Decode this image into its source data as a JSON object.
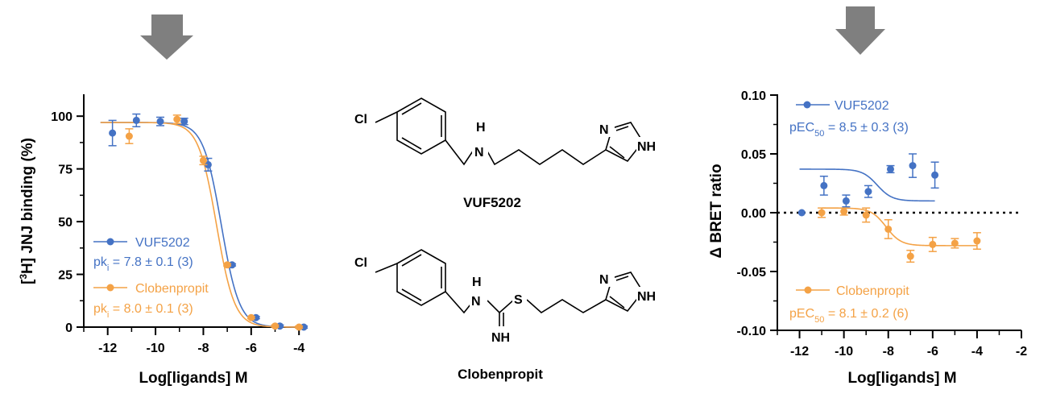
{
  "colors": {
    "blue": "#4472C4",
    "orange": "#F4A246",
    "arrow": "#7F7F7F",
    "axis": "#000000"
  },
  "chart_data": [
    {
      "type": "scatter",
      "name": "binding",
      "xlabel": "Log[ligands] M",
      "ylabel_prefix": "[",
      "ylabel_sup": "3",
      "ylabel_suffix": "H] JNJ binding (%)",
      "xlim": [
        -13,
        -3.4
      ],
      "ylim": [
        0,
        110
      ],
      "xticks": [
        -12,
        -10,
        -8,
        -6,
        -4
      ],
      "yticks": [
        0,
        25,
        50,
        75,
        100
      ],
      "series": [
        {
          "name": "VUF5202",
          "color": "#4472C4",
          "x": [
            -11.8,
            -10.8,
            -9.8,
            -8.8,
            -7.8,
            -6.8,
            -5.8,
            -4.8,
            -3.8
          ],
          "y": [
            92,
            98,
            97.5,
            97.5,
            77,
            29.5,
            4.5,
            0.5,
            0
          ],
          "err": [
            6,
            3,
            2,
            1.5,
            3,
            0.5,
            0.5,
            0.5,
            0.5
          ],
          "fit": {
            "top": 97,
            "bottom": 0,
            "logec50": -7.25,
            "hill": 1.15
          },
          "legend": {
            "label_prefix": "pk",
            "label_sub": "i",
            "label_value": " = 7.8 ± 0.1 (3)"
          }
        },
        {
          "name": "Clobenpropit",
          "color": "#F4A246",
          "x": [
            -11.1,
            -9.1,
            -8.0,
            -7.0,
            -6.0,
            -5.0,
            -4.0
          ],
          "y": [
            90.5,
            98.5,
            79,
            29.5,
            4.5,
            0.5,
            0
          ],
          "err": [
            3.5,
            2,
            2,
            0.5,
            0.5,
            0.5,
            0.5
          ],
          "fit": {
            "top": 97,
            "bottom": 0,
            "logec50": -7.45,
            "hill": 1.15
          },
          "legend": {
            "label_prefix": "pk",
            "label_sub": "i",
            "label_value": " = 8.0 ± 0.1 (3)"
          }
        }
      ]
    },
    {
      "type": "scatter",
      "name": "bret",
      "xlabel": "Log[ligands] M",
      "ylabel": "Δ BRET ratio",
      "xlim": [
        -13,
        -2
      ],
      "ylim": [
        -0.1,
        0.1
      ],
      "xticks": [
        -12,
        -10,
        -8,
        -6,
        -4,
        -2
      ],
      "yticks": [
        -0.1,
        -0.05,
        0.0,
        0.05,
        0.1
      ],
      "ytick_labels": [
        "-0.10",
        "-0.05",
        "0.00",
        "0.05",
        "0.10"
      ],
      "zero_line": "dotted",
      "series": [
        {
          "name": "VUF5202",
          "color": "#4472C4",
          "x": [
            -11.9,
            -10.9,
            -9.9,
            -8.9,
            -7.9,
            -6.9,
            -5.9
          ],
          "y": [
            0.0,
            0.023,
            0.01,
            0.018,
            0.037,
            0.04,
            0.032
          ],
          "err": [
            0.0,
            0.008,
            0.005,
            0.005,
            0.003,
            0.01,
            0.011
          ],
          "fit": {
            "top": 0.037,
            "bottom": 0.01,
            "logec50": -8.5,
            "hill": 1.3,
            "from": -12,
            "to": -5.9
          },
          "legend": {
            "label_prefix": "pEC",
            "label_sub": "50",
            "label_value": " = 8.5 ± 0.3 (3)"
          }
        },
        {
          "name": "Clobenpropit",
          "color": "#F4A246",
          "x": [
            -11.0,
            -10.0,
            -9.0,
            -8.0,
            -7.0,
            -6.0,
            -5.0,
            -4.0
          ],
          "y": [
            0.0,
            0.001,
            -0.002,
            -0.014,
            -0.037,
            -0.027,
            -0.026,
            -0.024
          ],
          "err": [
            0.004,
            0.003,
            0.006,
            0.008,
            0.005,
            0.006,
            0.004,
            0.007
          ],
          "fit": {
            "top": 0.004,
            "bottom": -0.028,
            "logec50": -8.1,
            "hill": 1.3,
            "from": -11,
            "to": -4
          },
          "legend": {
            "label_prefix": "pEC",
            "label_sub": "50",
            "label_value": " = 8.1 ± 0.2 (6)"
          }
        }
      ]
    }
  ],
  "structures": {
    "top": {
      "name": "VUF5202",
      "cl": "Cl",
      "nh_linker": "H",
      "n_linker": "N",
      "ring_n": "N",
      "ring_nh": "NH"
    },
    "bottom": {
      "name": "Clobenpropit",
      "cl": "Cl",
      "h": "H",
      "n": "N",
      "s": "S",
      "nh": "NH",
      "ring_n": "N",
      "ring_nh": "NH"
    }
  }
}
